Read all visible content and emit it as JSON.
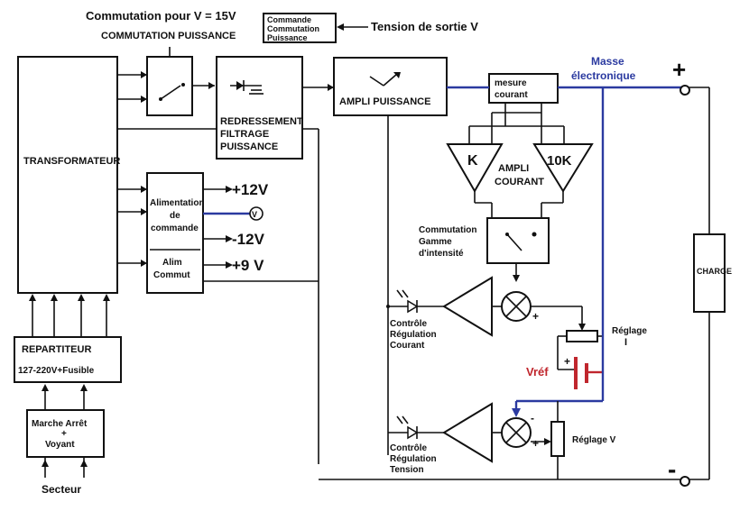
{
  "title_note": "Commutation pour  V = 15V",
  "output_label": "Tension de sortie V",
  "blocks": {
    "commande": [
      "Commande",
      "Commutation",
      "Puissance"
    ],
    "commutation_title": "COMMUTATION  PUISSANCE",
    "transformateur": "TRANSFORMATEUR",
    "redressement": [
      "REDRESSEMENT",
      "FILTRAGE",
      "PUISSANCE"
    ],
    "ampli_puissance": "AMPLI  PUISSANCE",
    "mesure": [
      "mesure",
      "courant"
    ],
    "ampli_k": "K",
    "ampli_10k": "10K",
    "ampli_courant": [
      "AMPLI",
      "COURANT"
    ],
    "commutation_gamme": [
      "Commutation",
      "Gamme",
      "d'intensité"
    ],
    "alim_commande": [
      "Alimentation",
      "de",
      "commande"
    ],
    "alim_commut": [
      "Alim",
      "Commut"
    ],
    "repartiteur": [
      "REPARTITEUR",
      "127-220V+Fusible"
    ],
    "marche": [
      "Marche Arrêt",
      "+",
      "Voyant"
    ],
    "charge": "CHARGE"
  },
  "rails": {
    "p12": "+12V",
    "m12": "-12V",
    "p9": "+9 V",
    "vmeter": "V"
  },
  "labels": {
    "masse": [
      "Masse",
      "électronique"
    ],
    "plus": "+",
    "minus": "-",
    "secteur": "Secteur",
    "ctrl_courant": [
      "Contrôle",
      "Régulation",
      "Courant"
    ],
    "ctrl_tension": [
      "Contrôle",
      "Régulation",
      "Tension"
    ],
    "reglage_i": [
      "Réglage",
      "I"
    ],
    "reglage_v": "Réglage V",
    "vref": "Vréf",
    "bat_plus": "+",
    "mix_minus": "-",
    "mix_plus": "+"
  },
  "colors": {
    "ink": "#111111",
    "ground_wire": "#2b3aa0",
    "vref": "#c0262d",
    "label_blue": "#2b3aa0"
  }
}
